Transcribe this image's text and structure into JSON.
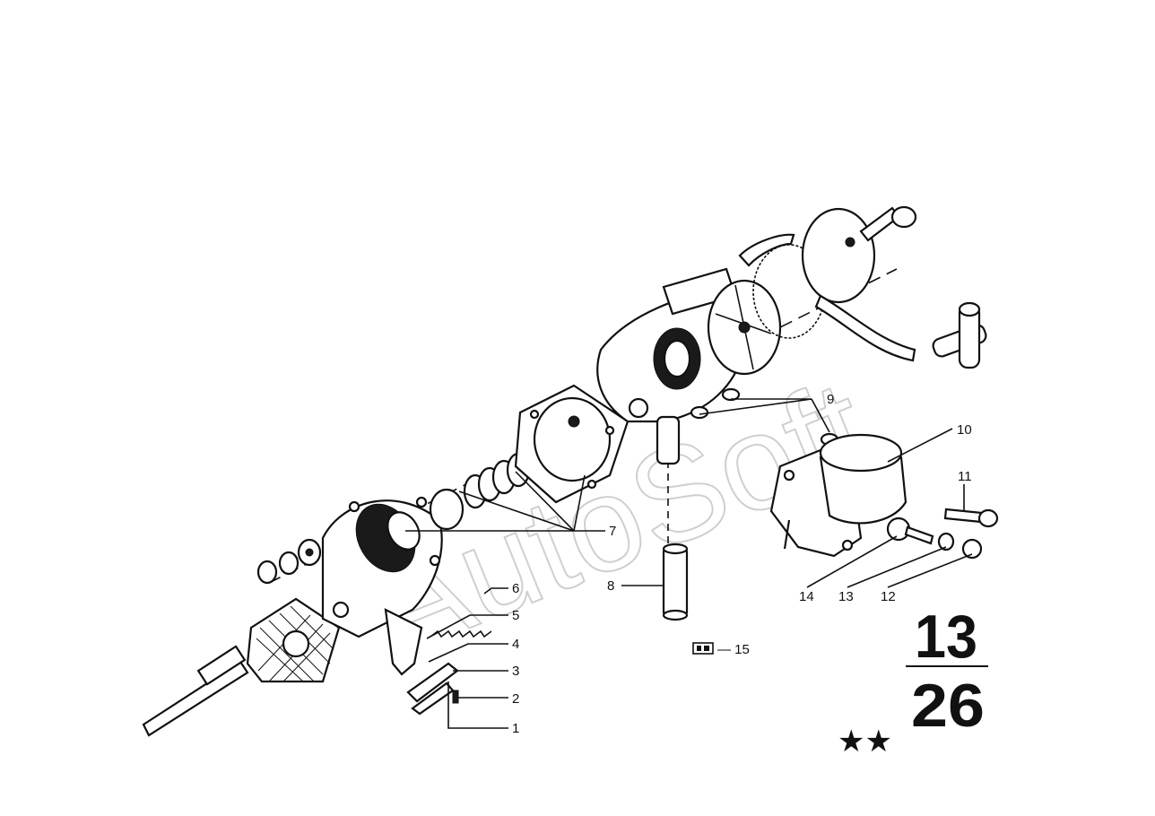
{
  "watermark": "AutoSoft",
  "group_number": "13",
  "page_number": "26",
  "rating_mark": "★★",
  "kit_ref": {
    "icon": "kit-box-icon",
    "label": "— 15"
  },
  "callouts": [
    {
      "id": "1",
      "label": "1"
    },
    {
      "id": "2",
      "label": "2"
    },
    {
      "id": "3",
      "label": "3"
    },
    {
      "id": "4",
      "label": "4"
    },
    {
      "id": "5",
      "label": "5"
    },
    {
      "id": "6",
      "label": "6"
    },
    {
      "id": "7",
      "label": "7"
    },
    {
      "id": "8",
      "label": "8"
    },
    {
      "id": "9",
      "label": "9"
    },
    {
      "id": "10",
      "label": "10"
    },
    {
      "id": "11",
      "label": "11"
    },
    {
      "id": "12",
      "label": "12"
    },
    {
      "id": "13",
      "label": "13"
    },
    {
      "id": "14",
      "label": "14"
    }
  ]
}
